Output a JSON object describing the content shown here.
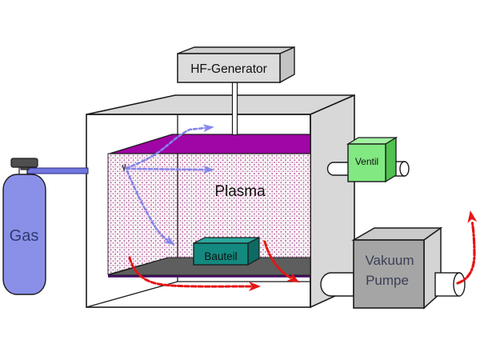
{
  "scene": {
    "background": "#ffffff",
    "labels": {
      "generator": "HF-Generator",
      "plasma": "Plasma",
      "component": "Bauteil",
      "gas": "Gas",
      "valve": "Ventil",
      "pump_line1": "Vakuum",
      "pump_line2": "Pumpe"
    },
    "colors": {
      "outline": "#1a1a1a",
      "chamber_face": "#d8d8d8",
      "generator_front": "#dcdcdc",
      "generator_top": "#cfcfcf",
      "generator_side": "#c3c3c3",
      "electrode_top": "#a005a5",
      "electrode_bottom": "#5e5e5e",
      "electrode_bottom_edge": "#470a66",
      "plasma_dot1": "#cc7ab8",
      "plasma_dot2": "#b7679f",
      "plasma_speck": "#6a3a58",
      "component_front": "#13897f",
      "component_top": "#2aa89c",
      "component_side": "#0c6b63",
      "valve_front": "#82e882",
      "valve_top": "#a2f2a2",
      "valve_side": "#4fc24f",
      "pump_front": "#a5a5a5",
      "pump_top": "#cacaca",
      "pump_side": "#d4d4d4",
      "cylinder_body": "#8a90e8",
      "cylinder_valve": "#4f4f4f",
      "tube": "#7277de",
      "tube_edge": "#2a2a80",
      "pipe": "#ffffff",
      "gas_flow": "#8585ea",
      "exhaust_flow": "#e51515",
      "label_text": "#111111",
      "gas_text": "#2e3a6e",
      "pump_text": "#3a3f55"
    }
  }
}
